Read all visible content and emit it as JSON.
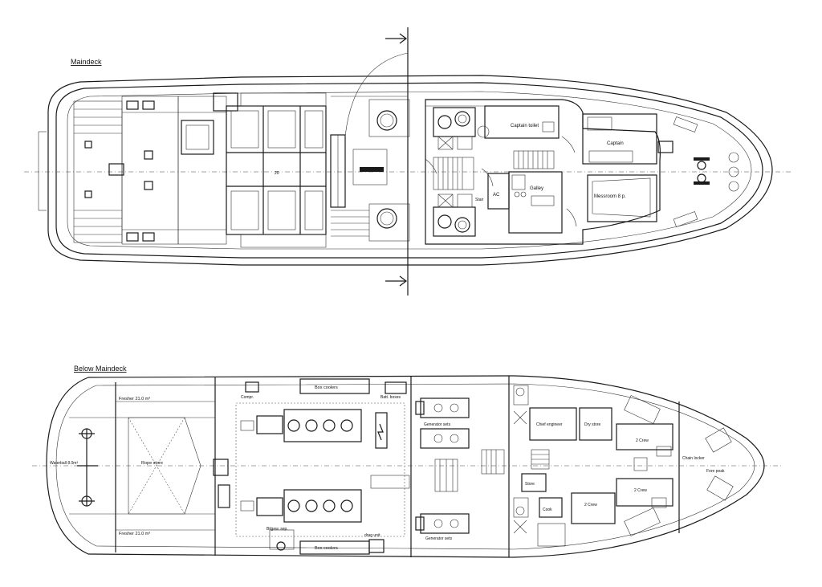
{
  "titles": {
    "maindeck": "Maindeck",
    "below": "Below Maindeck"
  },
  "maindeck_labels": {
    "captain_toilet": "Captain toilet",
    "captain": "Captain",
    "galley": "Galley",
    "mess": "Messroom 8 p.",
    "ac": "AC",
    "stair": "Stair",
    "twenty": "20"
  },
  "below_labels": {
    "fresh_top": "Fresher 21.0 m³",
    "fresh_bottom": "Fresher 21.0 m³",
    "compr": "Compr.",
    "box_top": "Box coolers",
    "box_bottom": "Box coolers",
    "batt": "Batt. boxes",
    "gen_top": "Generator sets",
    "gen_bottom": "Generator sets",
    "rope": "Rope store",
    "bilge": "Bilgew. sep.",
    "chief": "Chief engineer",
    "dry": "Dry store",
    "crew2a": "2 Crew",
    "crew2b": "2 Crew",
    "crew2c": "2 Crew",
    "store": "Store",
    "cook": "Cook",
    "chain": "Chain locker",
    "fore": "Fore peak",
    "water": "Waterball 8.0m³",
    "drag": "drag unit"
  }
}
